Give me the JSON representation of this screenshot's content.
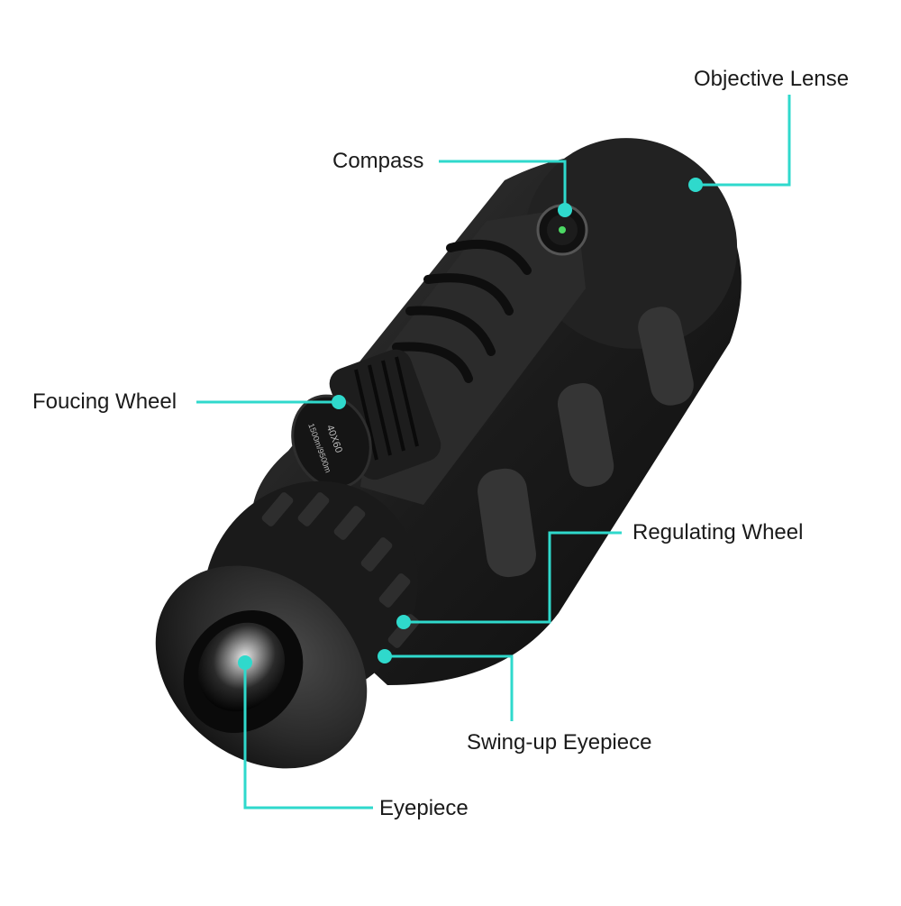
{
  "colors": {
    "accent": "#2fd9cc",
    "body": "#1f1f1f",
    "rubber": "#2a2a2a",
    "text": "#1a1a1a"
  },
  "product": {
    "name": "monocular telescope",
    "engraving_line1": "40X60",
    "engraving_line2": "1500m/9500m"
  },
  "callouts": {
    "objective_lense": "Objective Lense",
    "compass": "Compass",
    "focusing_wheel": "Foucing Wheel",
    "regulating_wheel": "Regulating Wheel",
    "swing_up_eyepiece": "Swing-up Eyepiece",
    "eyepiece": "Eyepiece"
  }
}
